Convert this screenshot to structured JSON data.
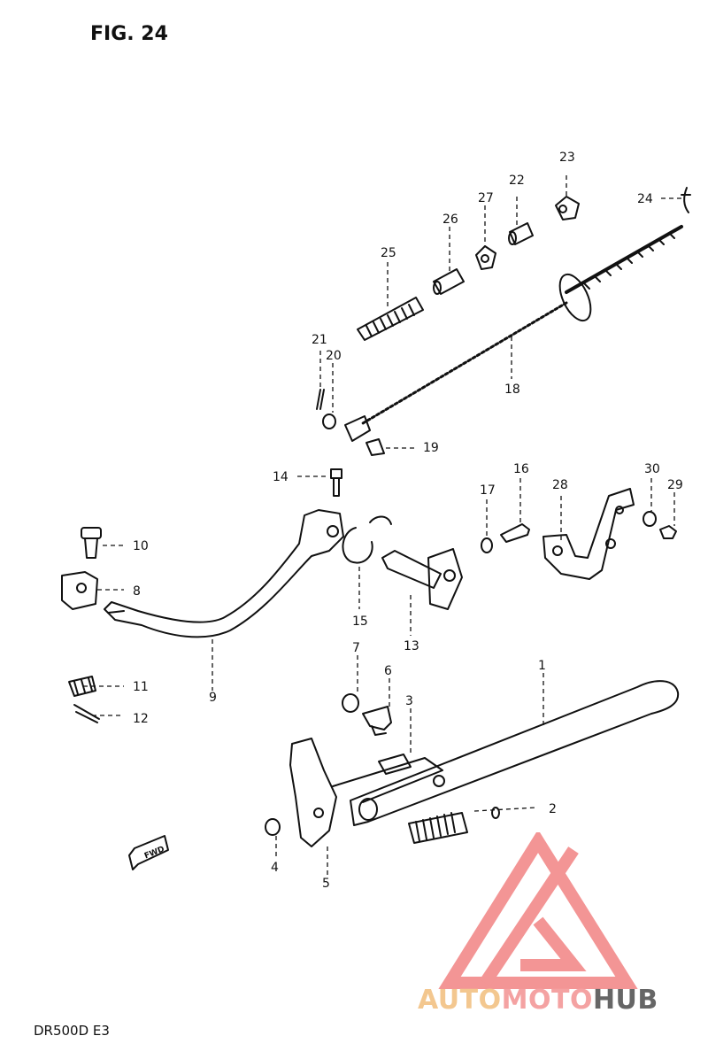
{
  "figure": {
    "title": "FIG. 24",
    "model": "DR500D E3"
  },
  "parts": [
    {
      "no": "1"
    },
    {
      "no": "2"
    },
    {
      "no": "3"
    },
    {
      "no": "4"
    },
    {
      "no": "5"
    },
    {
      "no": "6"
    },
    {
      "no": "7"
    },
    {
      "no": "8"
    },
    {
      "no": "9"
    },
    {
      "no": "10"
    },
    {
      "no": "11"
    },
    {
      "no": "12"
    },
    {
      "no": "13"
    },
    {
      "no": "14"
    },
    {
      "no": "15"
    },
    {
      "no": "16"
    },
    {
      "no": "17"
    },
    {
      "no": "18"
    },
    {
      "no": "19"
    },
    {
      "no": "20"
    },
    {
      "no": "21"
    },
    {
      "no": "22"
    },
    {
      "no": "23"
    },
    {
      "no": "24"
    },
    {
      "no": "25"
    },
    {
      "no": "26"
    },
    {
      "no": "27"
    },
    {
      "no": "28"
    },
    {
      "no": "29"
    },
    {
      "no": "30"
    }
  ],
  "direction_marker": {
    "text": "FWD"
  },
  "watermark": {
    "part1": "AUTO",
    "part2": "MOTO",
    "part3": "HUB",
    "colors": {
      "auto": "#f3c78f",
      "moto": "#f4a2a2",
      "hub": "#666666",
      "logo": "#f28a8a"
    }
  }
}
